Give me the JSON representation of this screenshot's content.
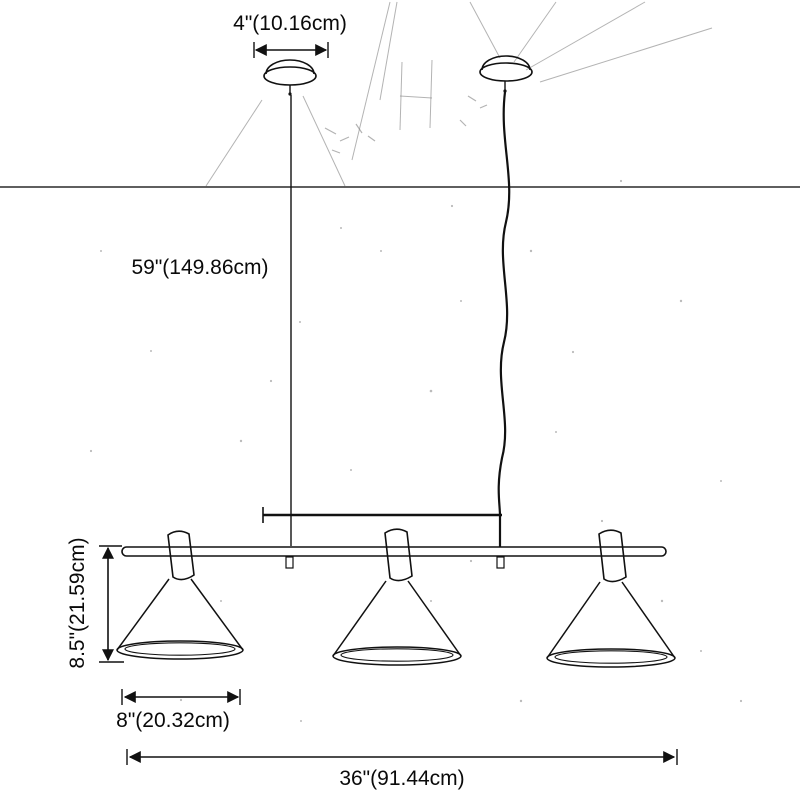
{
  "page": {
    "background": "#ffffff",
    "line_color": "#111111",
    "sketch_color": "#8a8a8a"
  },
  "diagram": {
    "type": "product-dimension-drawing",
    "subject": "3-light linear island pendant with cone shades",
    "labels": {
      "canopy_width": "4\"(10.16cm)",
      "suspension_length": "59\"(149.86cm)",
      "shade_height": "8.5\"(21.59cm)",
      "shade_diameter": "8\"(20.32cm)",
      "fixture_width": "36\"(91.44cm)"
    }
  }
}
